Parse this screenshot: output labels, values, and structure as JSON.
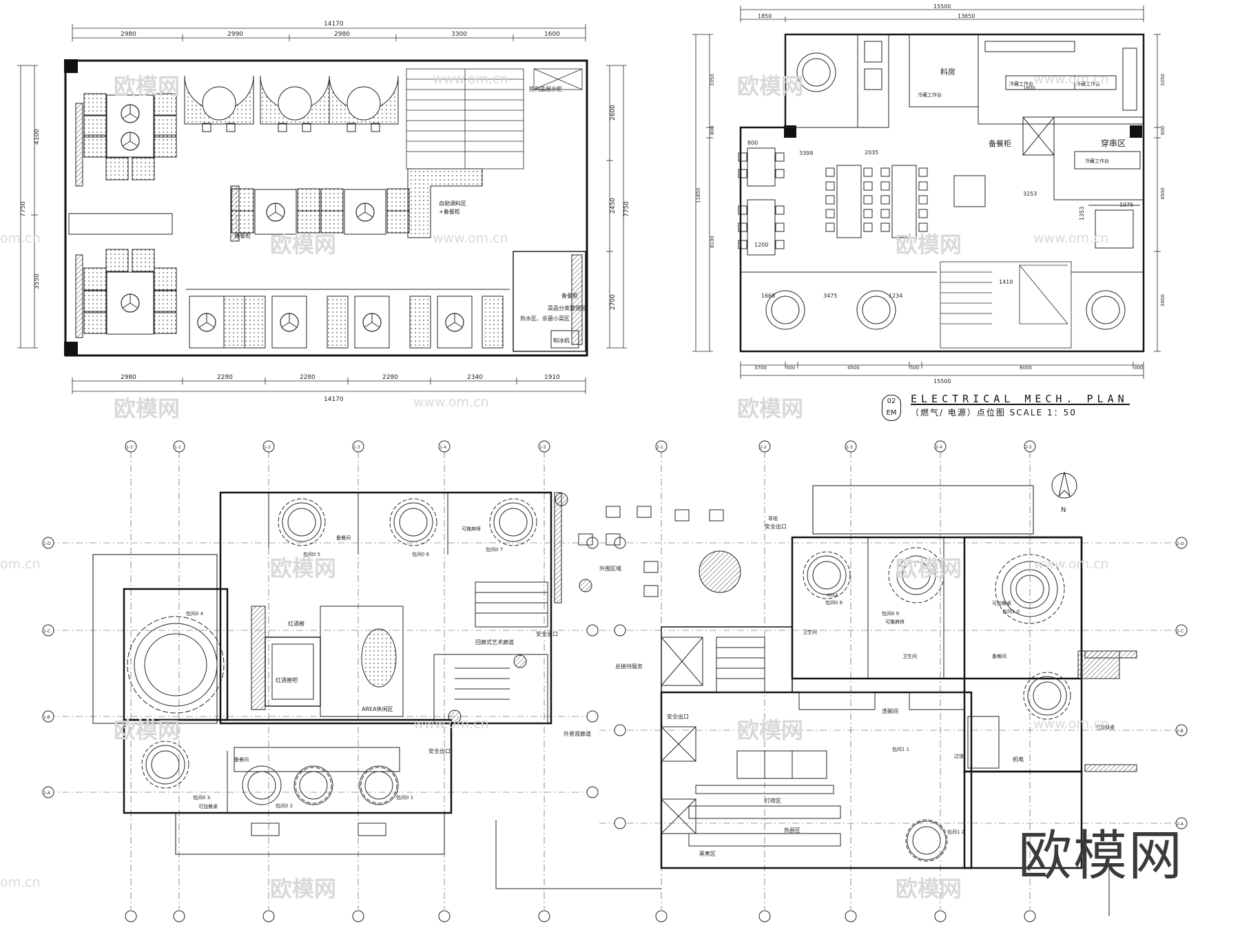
{
  "plan_a": {
    "dim_top_total": "14170",
    "dim_top": [
      "2980",
      "2990",
      "2980",
      "3300",
      "1600"
    ],
    "dim_bottom_total": "14170",
    "dim_bottom": [
      "2980",
      "2280",
      "2280",
      "2280",
      "2340",
      "1910"
    ],
    "dim_left_total": "7750",
    "dim_left": [
      "4100",
      "3550"
    ],
    "dim_right_total": "7750",
    "dim_right": [
      "2600",
      "2450",
      "2700"
    ],
    "labels": {
      "display_cabinet": "陈列品展示柜",
      "self_serve": "自助调料区",
      "backup": "+备餐柜",
      "backup_cabinet": "备餐柜",
      "backup_cabinet2": "备餐柜",
      "dish_area": "菜品分类整理区",
      "hot_water": "热水区、杀菌小菜区",
      "ice": "制冰机"
    }
  },
  "plan_b": {
    "title": "ELECTRICAL MECH. PLAN",
    "subtitle": "（燃气/ 电源）点位图 SCALE 1：50",
    "tag_top": "02",
    "tag_bottom": "EM",
    "dim_top_total": "15500",
    "dim_top": [
      "1850",
      "13650"
    ],
    "dim_bottom_total": "15500",
    "dim_bottom": [
      "3700",
      "500",
      "4500",
      "500",
      "8000",
      "300"
    ],
    "dim_left_total": "11850",
    "dim_left": [
      "3350",
      "800",
      "8100"
    ],
    "dim_right": [
      "3350",
      "600",
      "4500",
      "3000"
    ],
    "labels": {
      "storage": "料房",
      "backup": "备餐柜",
      "skewer": "穿串区",
      "cold": "冷藏工作台",
      "cold2": "冷藏工作台",
      "cold3": "冷藏工作台",
      "cold4": "冷藏工作台",
      "d1": "3399",
      "d2": "2035",
      "d3": "3253",
      "d4": "1200",
      "d5": "1800",
      "d6": "3475",
      "d7": "1075",
      "d8": "1353",
      "d9": "1410",
      "d10": "1668",
      "d11": "1234",
      "d12": "800"
    }
  },
  "plan_c": {
    "grid_top": [
      "1-1'",
      "1-1",
      "1-2",
      "1-3",
      "1-4",
      "1-5",
      "2-1",
      "2-2",
      "2-3",
      "2-4",
      "2-5"
    ],
    "grid_side": [
      "1-D",
      "1-C",
      "1-B",
      "1-A",
      "2-D",
      "2-C",
      "2-B",
      "2-A"
    ],
    "north": "N",
    "labels": {
      "r1": "包间0 5",
      "r2": "包间0 6",
      "r3": "包间0 7",
      "r4": "包间0 4",
      "r5": "包间0 3",
      "r6": "包间0 2",
      "r7": "包间0 1",
      "r8": "包间0 8",
      "r9": "包间0 9",
      "r10": "包间1 0",
      "r11": "包间1 1",
      "r12": "包间1 2",
      "wine": "红酒窖",
      "winebar": "红酒窖吧",
      "gallery": "回廊式艺术廊道",
      "rest": "AREA休闲区",
      "exit": "安全出口",
      "exit2": "安全出口",
      "exit3": "安全出口",
      "exit4": "安全出口",
      "outdoor": "外围区域",
      "outer": "外景观廊道",
      "service": "总接待服务",
      "prep": "备餐间",
      "prep2": "备餐间",
      "prep3": "备餐间",
      "wc": "卫生间",
      "wc2": "卫生间",
      "wash": "洗碗间",
      "hot": "热厨区",
      "cut": "打荷区",
      "cook": "蒸煮区",
      "mech": "机电",
      "add": "可加餐桌",
      "add2": "可加餐桌",
      "add3": "可加餐桌",
      "mahjong": "可推麻将",
      "mahjong2": "可推麻将",
      "guide": "导视",
      "corridor": "过道",
      "area": "AREA"
    }
  },
  "watermarks": {
    "text": "欧模网",
    "url": "www.om.cn",
    "cn": "om.cn",
    "brand": "欧模网"
  },
  "colors": {
    "line": "#1a1a1a",
    "pattern": "#555555",
    "watermark": "#d9d9d9",
    "background": "#ffffff"
  }
}
